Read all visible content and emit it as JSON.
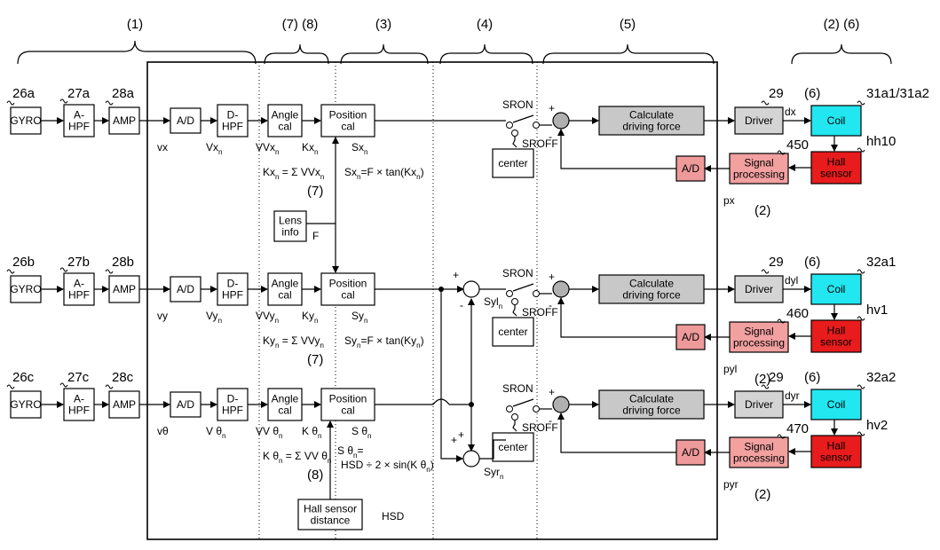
{
  "section_headers": [
    "(1)",
    "(7) (8)",
    "(3)",
    "(4)",
    "(5)",
    "(2) (6)"
  ],
  "rows": [
    {
      "refs": {
        "gyro": "26a",
        "hpf": "27a",
        "amp": "28a",
        "driver": "29",
        "coil": "31a1/31a2",
        "sig": "450",
        "hall": "hh10"
      },
      "sig": {
        "v": "vx",
        "V": "Vx",
        "VV": "VVx",
        "K": "Kx",
        "S": "Sx",
        "d": "dx",
        "p": "px",
        "err": ""
      },
      "eq_angle": [
        "Kx",
        "= Σ VVx"
      ],
      "eq_pos": [
        "Sx",
        "=F × tan(Kx",
        ")"
      ],
      "marker6": "(6)",
      "marker7": "(7)",
      "marker2": "(2)"
    },
    {
      "refs": {
        "gyro": "26b",
        "hpf": "27b",
        "amp": "28b",
        "driver": "29",
        "coil": "32a1",
        "sig": "460",
        "hall": "hv1"
      },
      "sig": {
        "v": "vy",
        "V": "Vy",
        "VV": "VVy",
        "K": "Ky",
        "S": "Sy",
        "d": "dyl",
        "p": "pyl",
        "err": "Syl"
      },
      "eq_angle": [
        "Ky",
        "= Σ VVy"
      ],
      "eq_pos": [
        "Sy",
        "=F × tan(Ky",
        ")"
      ],
      "marker6": "(6)",
      "marker7": "(7)",
      "marker2": "(2)"
    },
    {
      "refs": {
        "gyro": "26c",
        "hpf": "27c",
        "amp": "28c",
        "driver": "29",
        "coil": "32a2",
        "sig": "470",
        "hall": "hv2"
      },
      "sig": {
        "v": "vθ",
        "V": "V θ",
        "VV": "VV θ",
        "K": "K θ",
        "S": "S θ",
        "d": "dyr",
        "p": "pyr",
        "err": "Syr"
      },
      "eq_angle": [
        "K θ",
        "= Σ VV θ"
      ],
      "eq_pos": [
        "S θ",
        "=",
        "HSD ÷ 2 × sin(K θ",
        ")"
      ],
      "marker6": "(6)",
      "marker7": "(8)",
      "marker2": "(2)"
    }
  ],
  "subscript_n": "n",
  "blocks": {
    "gyro": "GYRO",
    "ahpf": [
      "A-",
      "HPF"
    ],
    "amp": "AMP",
    "ad": "A/D",
    "dhpf": [
      "D-",
      "HPF"
    ],
    "angle": [
      "Angle",
      "cal"
    ],
    "position": [
      "Position",
      "cal"
    ],
    "center": "center",
    "calc": [
      "Calculate",
      "driving force"
    ],
    "driver": "Driver",
    "coil": "Coil",
    "hall": [
      "Hall",
      "sensor"
    ],
    "signal": [
      "Signal",
      "processing"
    ],
    "lens": [
      "Lens",
      "info"
    ],
    "hsd_box": [
      "Hall sensor",
      "distance"
    ]
  },
  "labels": {
    "sron": "SRON",
    "sroff": "SROFF",
    "F": "F",
    "HSD": "HSD",
    "plus": "+",
    "minus": "-"
  },
  "colors": {
    "coil": "#22e6f0",
    "hall": "#e81c1c",
    "signal": "#f2a0a0",
    "ad_fb": "#ee9a9a",
    "calc": "#c8c8c8",
    "driver": "#d4d4d4",
    "sum": "#b0b0b0"
  }
}
